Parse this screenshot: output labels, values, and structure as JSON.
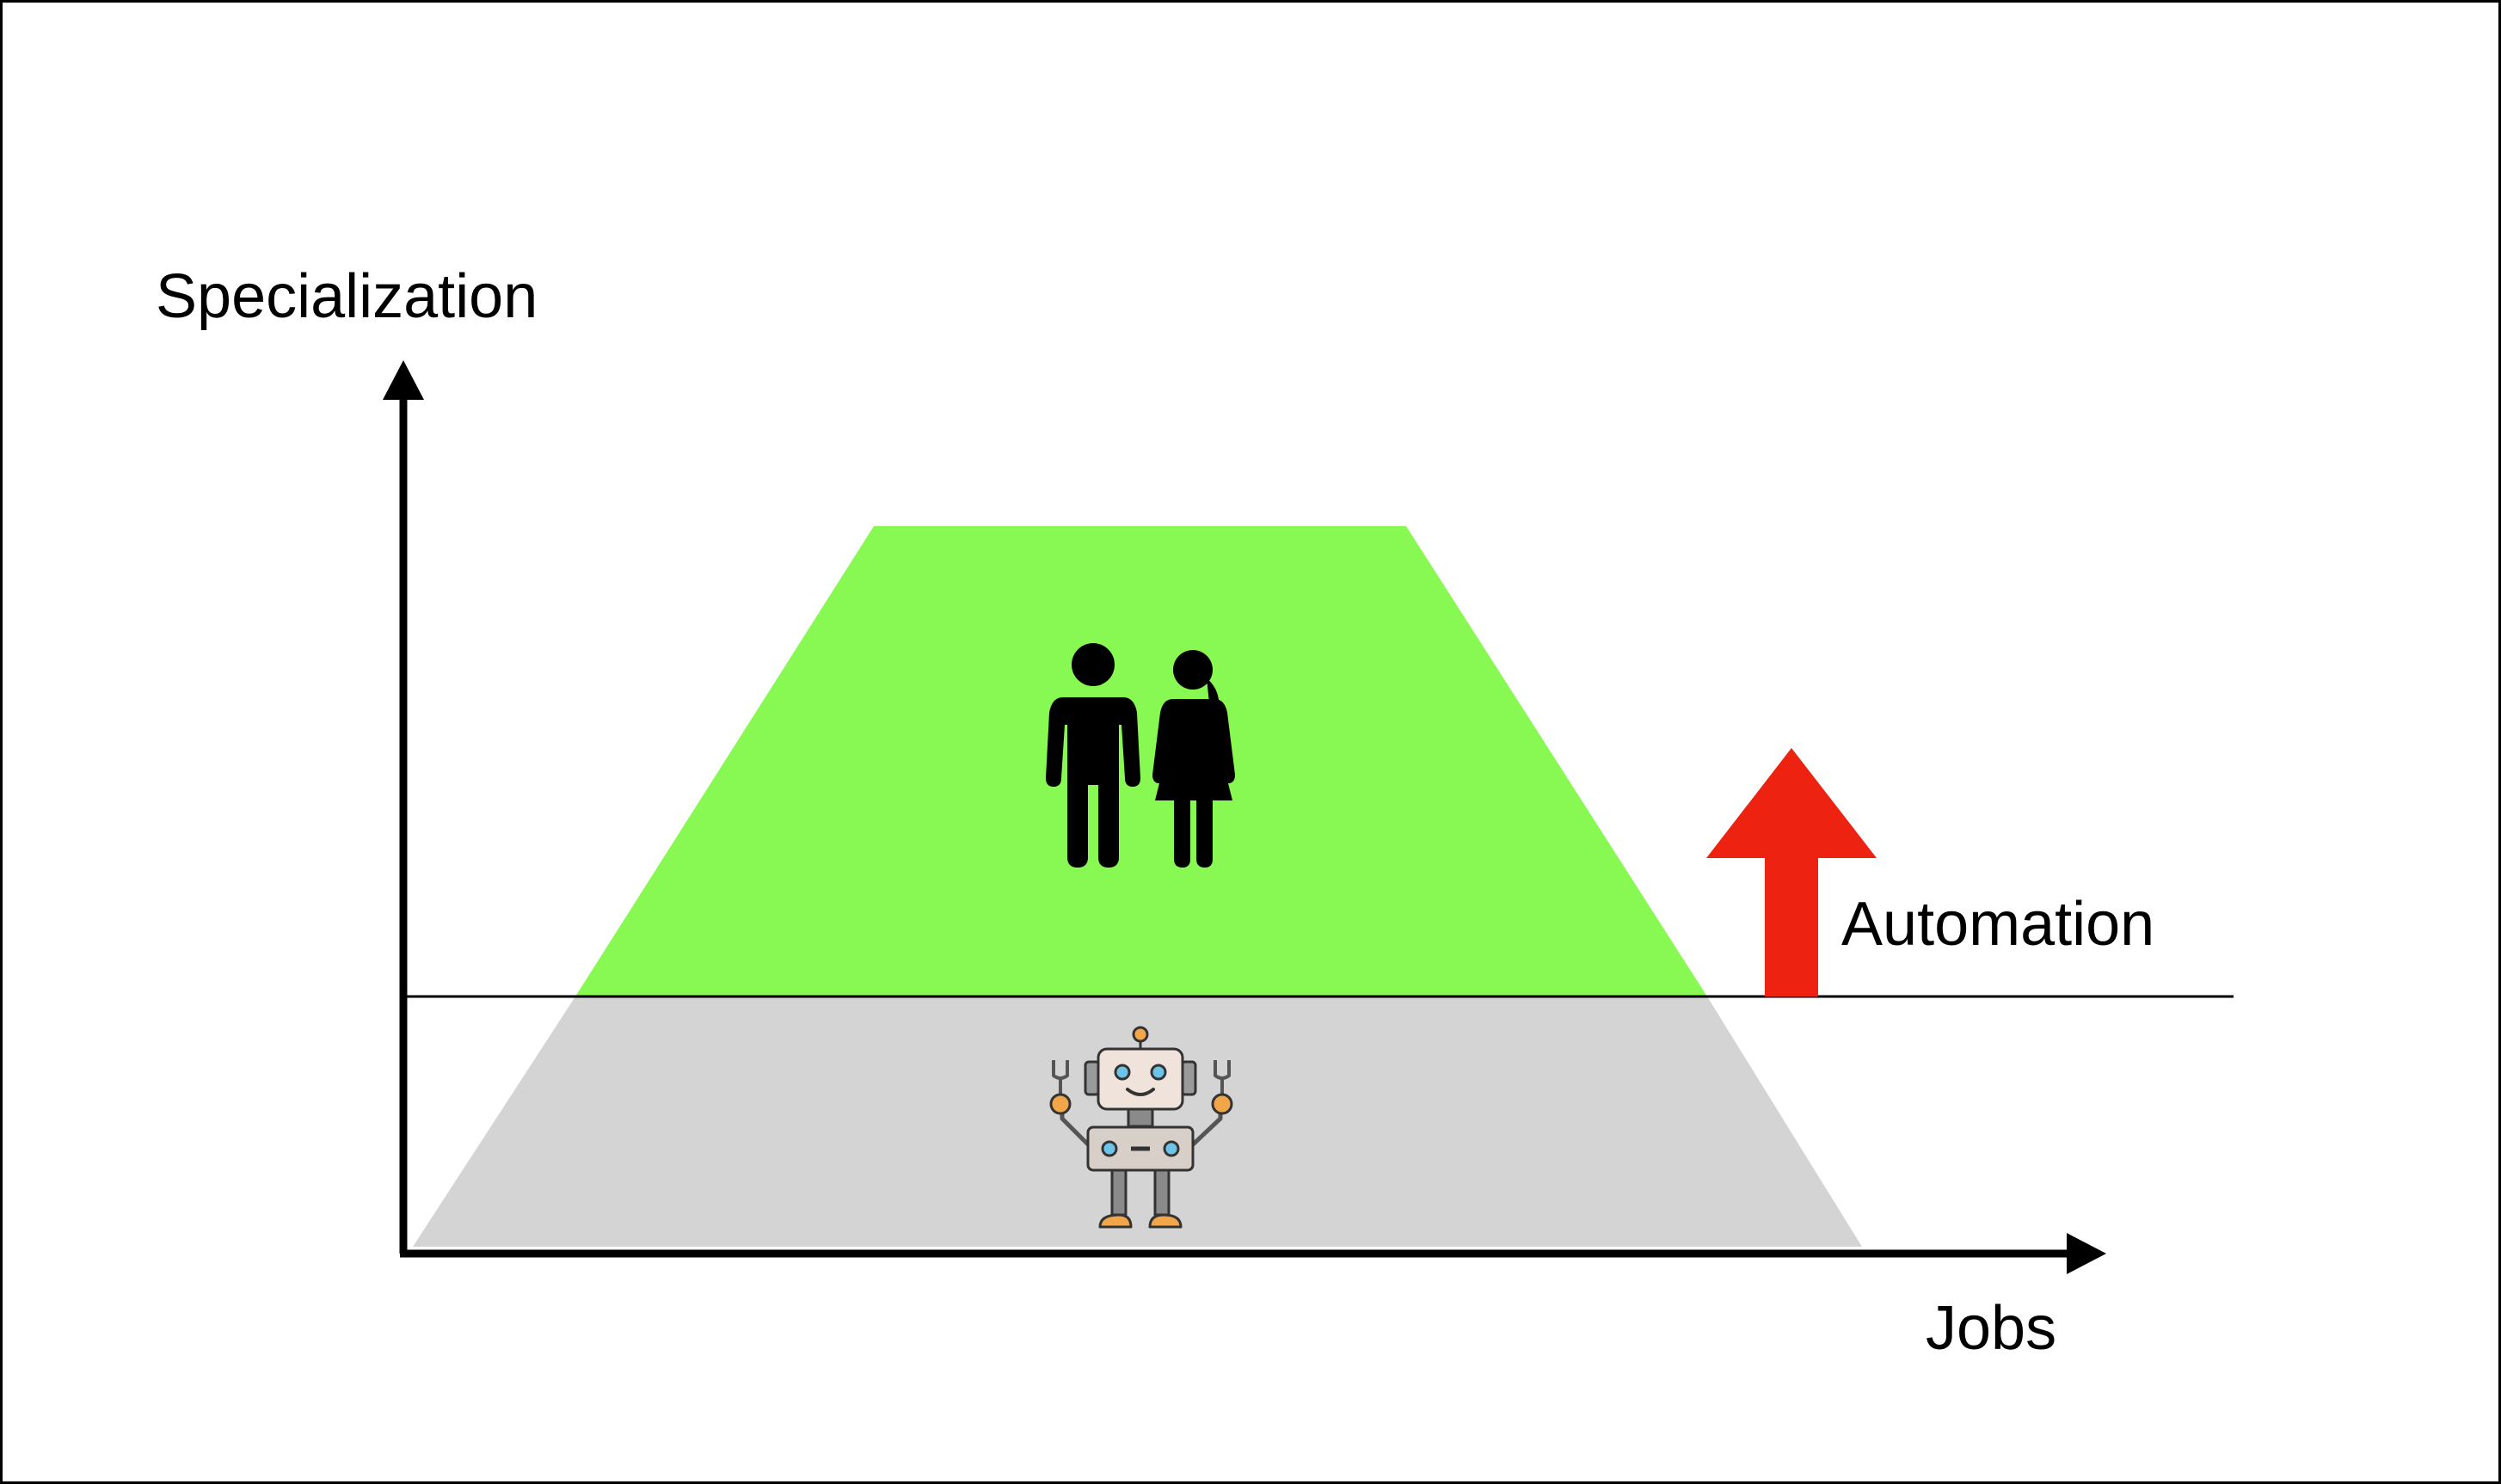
{
  "diagram": {
    "y_axis_label": "Specialization",
    "x_axis_label": "Jobs",
    "automation_label": "Automation",
    "human_zone": {
      "icon": "man-and-woman-icon",
      "color": "#88f853"
    },
    "automatable_zone": {
      "icon": "robot-icon",
      "color": "#d4d4d4"
    },
    "automation_arrow_color": "#ee2211",
    "axis_color": "#000000"
  }
}
